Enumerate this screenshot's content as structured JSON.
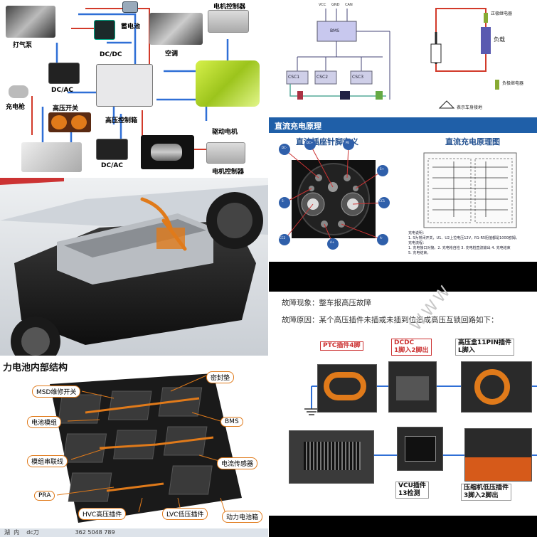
{
  "panel_a": {
    "labels": {
      "pump": "打气泵",
      "battery": "蓄电池",
      "motor_ctrl_top": "电机控制器",
      "dcdc": "DC/DC",
      "aircon": "空调",
      "dcac_left": "DC/AC",
      "charge_gun": "充电枪",
      "hv_switch": "高压开关",
      "hv_box": "高压控制箱",
      "dcac_bottom": "DC/AC",
      "drive_motor": "驱动电机",
      "motor_ctrl_bottom": "电机控制器"
    }
  },
  "panel_c": {
    "title": "力电池内部结构",
    "callouts": {
      "msd": "MSD维修开关",
      "seal": "密封垫",
      "module": "电池模组",
      "bms": "BMS",
      "series": "模组串联线",
      "current_sensor": "电流传感器",
      "pra": "PRA",
      "hvc": "HVC高压插件",
      "lvc": "LVC低压插件",
      "box": "动力电池箱",
      "footer": "湖  内    dc刀                    362 5048 789"
    }
  },
  "panel_d": {
    "top_labels": [
      "VCC",
      "GND",
      "CAN"
    ],
    "box_main": "BMS",
    "boxes": [
      "CSC1",
      "CSC2",
      "CSC3"
    ],
    "right_labels": [
      "正极继电器",
      "负载",
      "负极继电器",
      "表示车身接地"
    ]
  },
  "panel_e": {
    "header": "直流充电原理",
    "left_title": "直流插座针脚定义",
    "right_title": "直流充电原理图",
    "pins": [
      "DC-",
      "DC+",
      "PE",
      "S+",
      "S-",
      "CC1",
      "CC2",
      "A+",
      "A-"
    ],
    "notes": [
      "充电说明：",
      "1. S为常闭开关，U1、U2上拉电压12V，R1-R5阻值都是1000欧姆。",
      "充电流程：",
      "1. 充电接口对接。2. 充电枪自检 3. 充电桩直流输出 4. 充电结束",
      "5. 充电结束。"
    ]
  },
  "panel_f": {
    "symptom": "故障现象：整车报高压故障",
    "cause": "故障原因：某个高压插件未插或未插到位造成高压互锁回路如下：",
    "watermark": "WWW",
    "photo_labels": {
      "ptc": "PTC插件4脚",
      "dcdc": "DCDC\n1脚入2脚出",
      "hvbox": "高压盒11PIN插件\nL脚入",
      "vcu": "VCU插件\n13检测",
      "compressor": "压缩机低压插件\n3脚入2脚出"
    }
  },
  "colors": {
    "wire_blue": "#2f6fd6",
    "wire_red": "#d23a2a",
    "accent_orange": "#e07a1a",
    "slide_header": "#1f5fa8",
    "green_motor": "#b8e02a"
  }
}
